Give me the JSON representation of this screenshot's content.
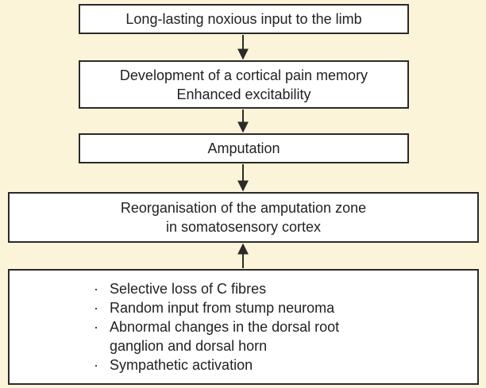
{
  "boxes": {
    "noxious_input": "Long-lasting noxious input to the limb",
    "pain_memory": {
      "line1": "Development of a cortical pain memory",
      "line2": "Enhanced excitability"
    },
    "amputation": "Amputation",
    "reorganisation": {
      "line1": "Reorganisation of the amputation zone",
      "line2": "in somatosensory cortex"
    },
    "causes": {
      "bullet": "·",
      "items": [
        "Selective loss of C fibres",
        "Random input from stump neuroma",
        "Abnormal changes in the dorsal root",
        "Sympathetic activation"
      ],
      "item3_continuation": "ganglion and dorsal horn"
    }
  }
}
